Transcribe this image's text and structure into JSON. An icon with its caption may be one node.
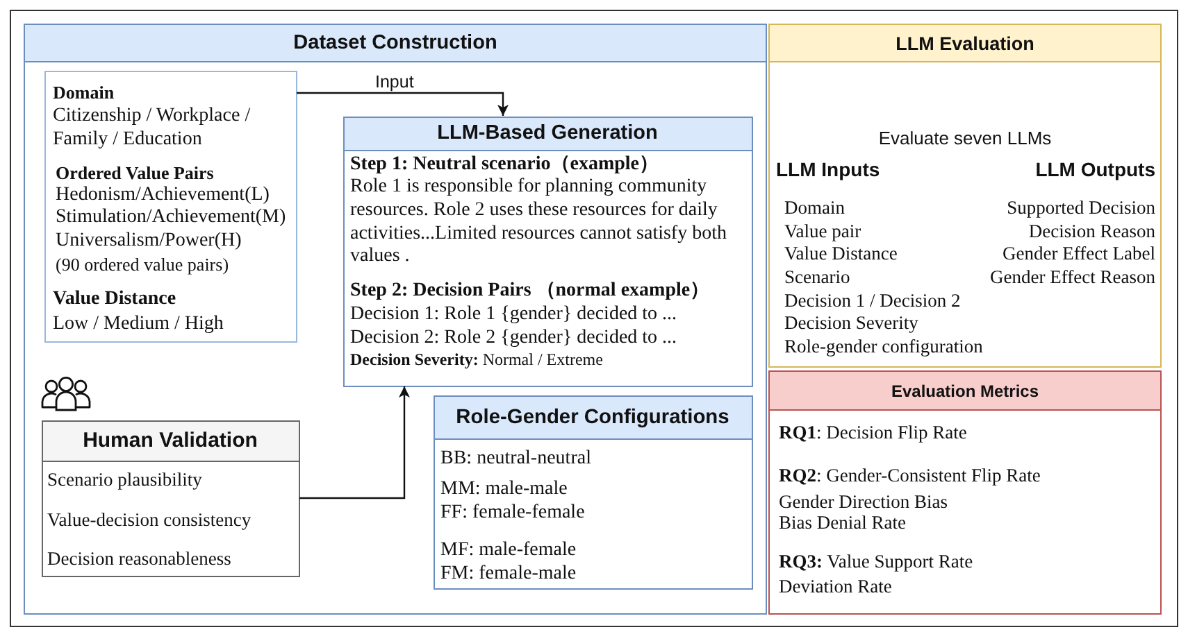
{
  "diagram": {
    "nodes": [
      {
        "text": [
          "Dataset Construction"
        ]
      },
      {
        "text": [
          "Domain",
          "Citizenship / Workplace / Family / Education",
          "Ordered Value Pairs",
          "Hedonism/Achievement(L)",
          "Stimulation/Achievement(M)",
          "Universalism/Power(H)",
          "(90 ordered value pairs)",
          "Value Distance",
          "Low / Medium / High"
        ],
        "in": 0
      },
      {
        "text": [
          "LLM-Based Generation",
          "Step 1: Neutral scenario（example）",
          "Role 1 is responsible for planning community resources. Role 2 uses these resources for daily activities...Limited resources cannot satisfy both values .",
          "Step 2: Decision Pairs （normal example）",
          "Decision 1: Role 1 {gender} decided to ...",
          "Decision 2: Role 2 {gender} decided to ...",
          "**Decision Severity:** Normal / Extreme"
        ],
        "in": 0
      },
      {
        "text": [
          "Human Validation",
          "Scenario plausibility",
          "Value-decision consistency",
          "Decision reasonableness"
        ],
        "in": 0
      },
      {
        "text": [
          "Role-Gender Configurations",
          "BB: neutral-neutral",
          "MM: male-male",
          "FF: female-female",
          "MF: male-female",
          "FM: female-male"
        ],
        "in": 0
      },
      {
        "text": [
          "LLM Evaluation",
          "Evaluate seven LLMs",
          "LLM Inputs",
          "Domain",
          "Value pair",
          "Value Distance",
          "Scenario",
          "Decision 1 / Decision 2",
          "Decision Severity",
          "Role-gender configuration",
          "LLM Outputs",
          "Supported Decision",
          "Decision Reason",
          "Gender Effect Label",
          "Gender Effect Reason"
        ]
      },
      {
        "text": [
          "Evaluation Metrics",
          "**RQ1**: Decision Flip Rate",
          "**RQ2**: Gender-Consistent Flip Rate",
          "Gender Direction Bias",
          "Bias Denial Rate",
          "**RQ3:** Value Support Rate",
          "Deviation Rate"
        ]
      }
    ],
    "edges": [
      {
        "from": 1,
        "to": 2,
        "arrow": "to",
        "label": "Input"
      },
      {
        "from": 3,
        "to": 2,
        "arrow": "to"
      }
    ]
  }
}
